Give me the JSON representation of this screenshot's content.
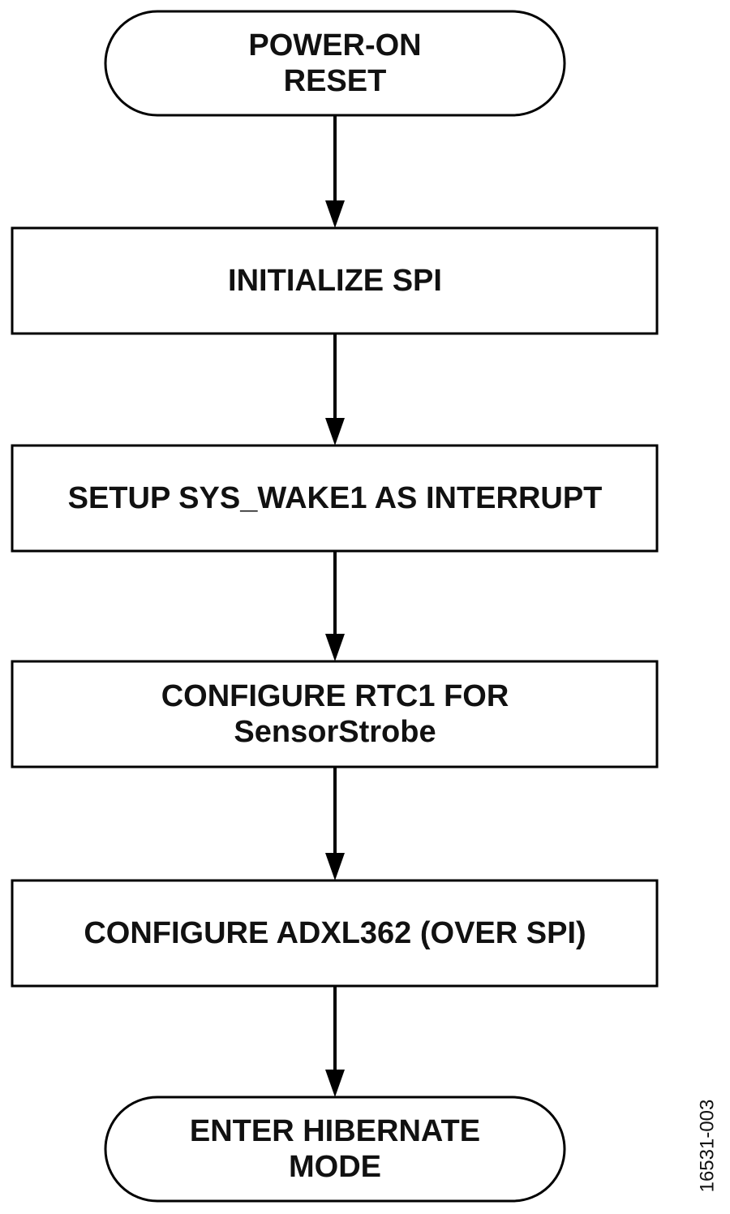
{
  "diagram": {
    "type": "flowchart",
    "nodes": [
      {
        "id": "power-on-reset",
        "shape": "terminal",
        "lines": [
          "POWER-ON",
          "RESET"
        ]
      },
      {
        "id": "initialize-spi",
        "shape": "process",
        "lines": [
          "INITIALIZE SPI"
        ]
      },
      {
        "id": "setup-sys-wake1",
        "shape": "process",
        "lines": [
          "SETUP SYS_WAKE1 AS INTERRUPT"
        ]
      },
      {
        "id": "configure-rtc1",
        "shape": "process",
        "lines": [
          "CONFIGURE RTC1 FOR",
          "SensorStrobe"
        ]
      },
      {
        "id": "configure-adxl362",
        "shape": "process",
        "lines": [
          "CONFIGURE ADXL362 (OVER SPI)"
        ]
      },
      {
        "id": "enter-hibernate",
        "shape": "terminal",
        "lines": [
          "ENTER HIBERNATE",
          "MODE"
        ]
      }
    ],
    "edges": [
      {
        "from": "power-on-reset",
        "to": "initialize-spi"
      },
      {
        "from": "initialize-spi",
        "to": "setup-sys-wake1"
      },
      {
        "from": "setup-sys-wake1",
        "to": "configure-rtc1"
      },
      {
        "from": "configure-rtc1",
        "to": "configure-adxl362"
      },
      {
        "from": "configure-adxl362",
        "to": "enter-hibernate"
      }
    ]
  },
  "figure_id": "16531-003"
}
